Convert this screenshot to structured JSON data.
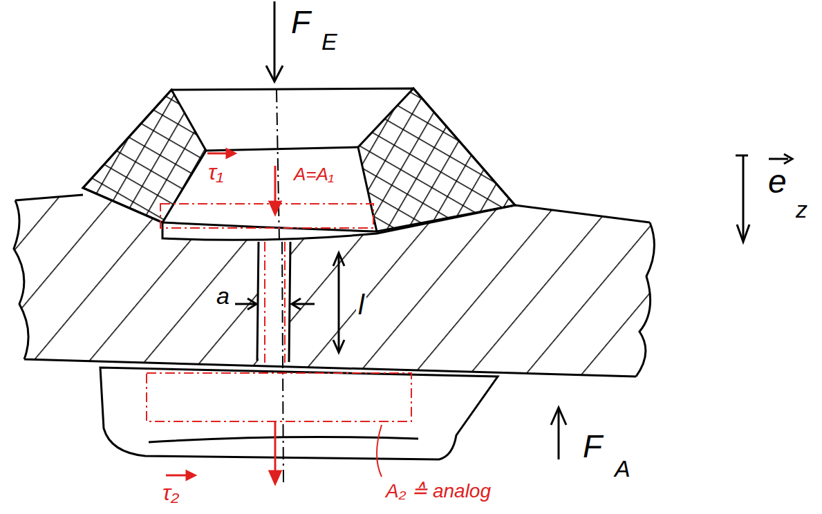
{
  "diagram": {
    "labels": [
      "F",
      "E",
      "τ₁",
      "A=A₁",
      "a",
      "l",
      "e",
      "z",
      "F",
      "A",
      "τ₂",
      "A₂ ≙ analog"
    ]
  }
}
